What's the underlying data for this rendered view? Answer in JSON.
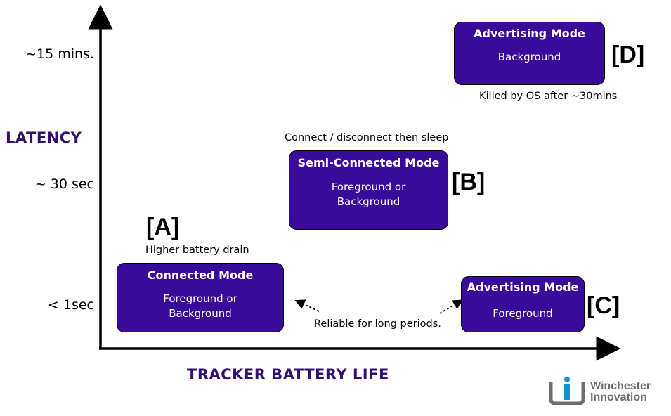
{
  "axes": {
    "y_title": "LATENCY",
    "x_title": "TRACKER BATTERY LIFE",
    "y_ticks": [
      "~15 mins.",
      "~ 30 sec",
      "< 1sec"
    ]
  },
  "modes": [
    {
      "tag": "[A]",
      "title": "Connected Mode",
      "sub": [
        "Foreground or",
        "Background"
      ],
      "note": "Higher battery drain"
    },
    {
      "tag": "[B]",
      "title": "Semi-Connected Mode",
      "sub": [
        "Foreground or",
        "Background"
      ],
      "note": "Connect / disconnect then sleep"
    },
    {
      "tag": "[C]",
      "title": "Advertising Mode",
      "sub": [
        "Foreground"
      ]
    },
    {
      "tag": "[D]",
      "title": "Advertising Mode",
      "sub": [
        "Background"
      ],
      "note": "Killed by OS after ~30mins"
    }
  ],
  "shared_note": "Reliable for long periods.",
  "logo": {
    "line1": "Winchester",
    "line2": "Innovation",
    "color": "#6d6e70",
    "accent": "#1a8fd0"
  },
  "colors": {
    "box": "#3a0a9a",
    "axis_title": "#33106e"
  }
}
